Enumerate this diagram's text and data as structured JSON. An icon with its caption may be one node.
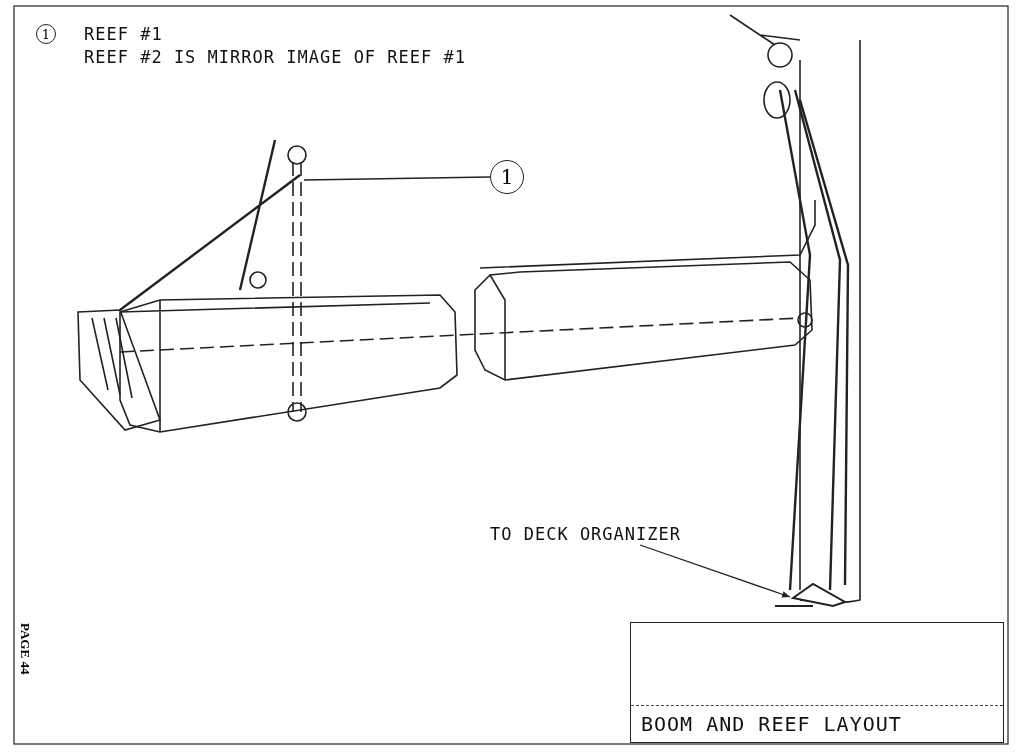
{
  "diagram": {
    "title": "BOOM AND REEF LAYOUT",
    "nodes": [
      {
        "text": [
          "1"
        ]
      },
      {
        "text": [],
        "shape": "picture"
      },
      {
        "text": [
          "TO DECK ORGANIZER"
        ]
      },
      {
        "text": [],
        "shape": "picture"
      }
    ],
    "edges": [
      {
        "from": 0,
        "to": 1,
        "arrow": "none"
      },
      {
        "from": 2,
        "to": 3,
        "arrow": "to"
      }
    ],
    "labels": [
      "1",
      "REEF #1",
      "REEF #2 IS MIRROR IMAGE OF REEF #1",
      "PAGE 44"
    ]
  }
}
